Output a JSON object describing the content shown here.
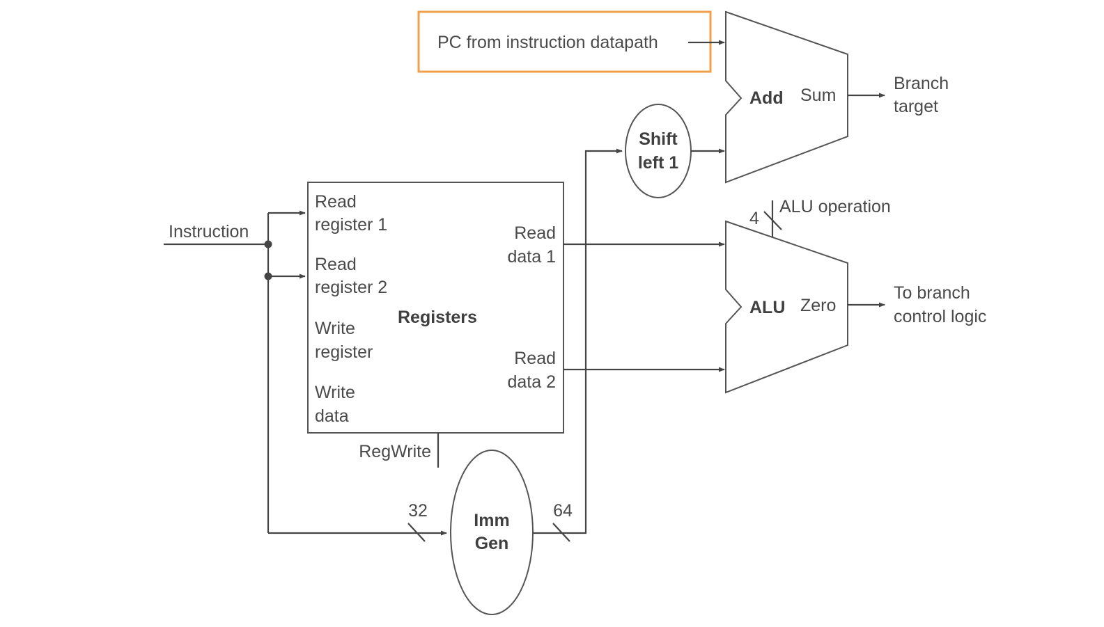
{
  "highlight": {
    "text": "PC from instruction datapath",
    "color": "#f0a04b"
  },
  "inputs": {
    "instruction": "Instruction"
  },
  "registers": {
    "title": "Registers",
    "read_register_1": [
      "Read",
      "register 1"
    ],
    "read_register_2": [
      "Read",
      "register 2"
    ],
    "write_register": [
      "Write",
      "register"
    ],
    "write_data": [
      "Write",
      "data"
    ],
    "read_data_1": [
      "Read",
      "data 1"
    ],
    "read_data_2": [
      "Read",
      "data 2"
    ],
    "control": "RegWrite"
  },
  "shift": {
    "lines": [
      "Shift",
      "left 1"
    ]
  },
  "imm_gen": {
    "lines": [
      "Imm",
      "Gen"
    ],
    "in_width": "32",
    "out_width": "64"
  },
  "adder": {
    "name": "Add",
    "output": "Sum",
    "result": [
      "Branch",
      "target"
    ]
  },
  "alu": {
    "name": "ALU",
    "output": "Zero",
    "control_width": "4",
    "control": "ALU operation",
    "result": [
      "To branch",
      "control logic"
    ]
  }
}
